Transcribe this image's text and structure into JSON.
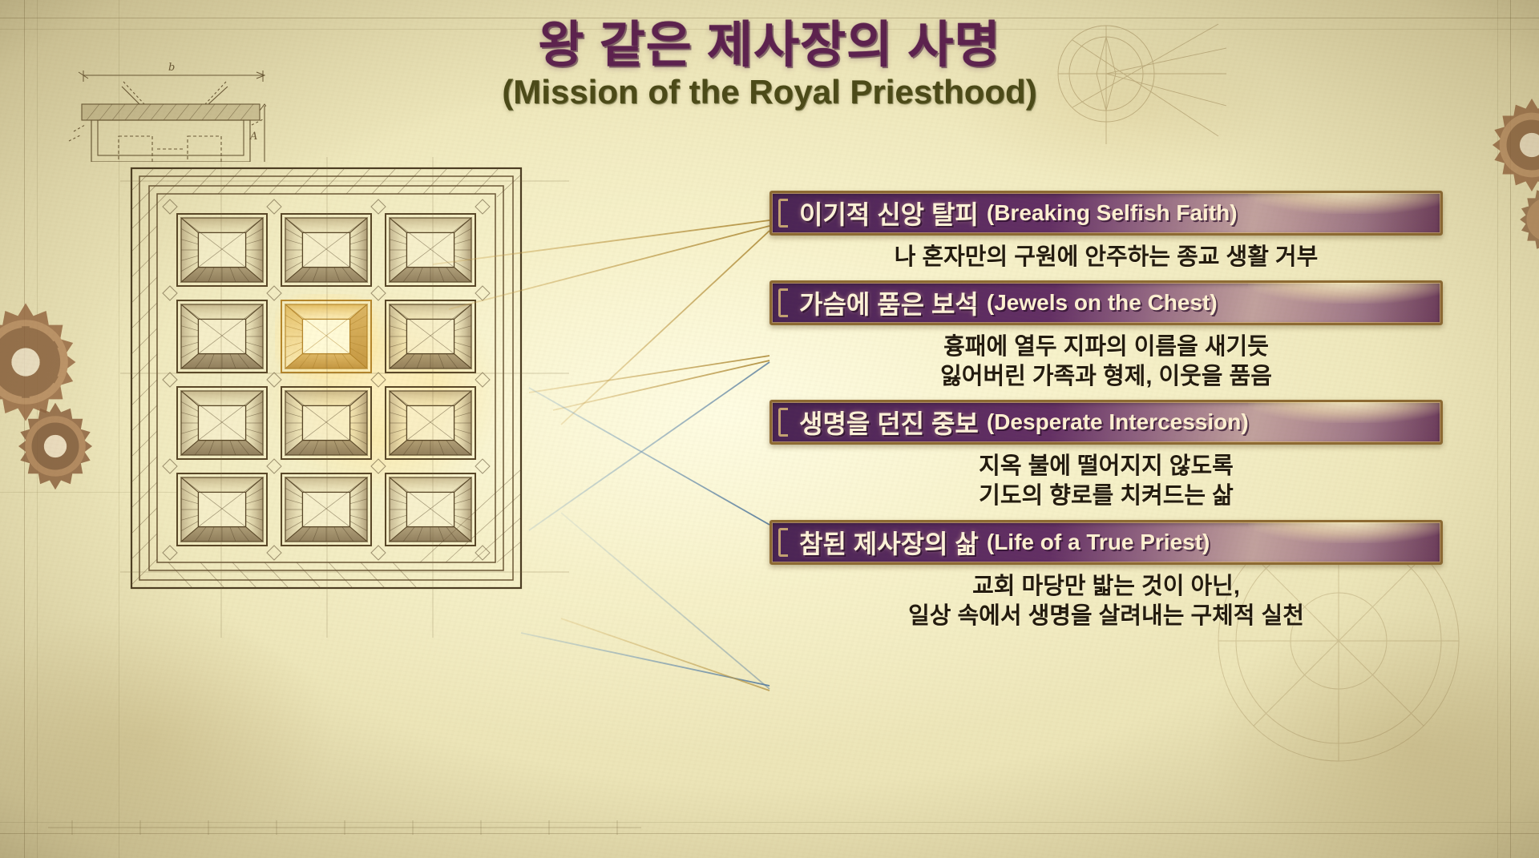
{
  "header": {
    "title": "왕 같은 제사장의 사명",
    "subtitle": "(Mission of the Royal Priesthood)",
    "title_color": "#5c2050",
    "subtitle_color": "#4b4a18"
  },
  "theme": {
    "background": "#ece5b8",
    "banner_purple": "#5a2b60",
    "banner_border_gold": "#8d6a33",
    "banner_text": "#fdf2d8",
    "description_text": "#221a0e",
    "ray_gold": "#c9a24a",
    "ray_blue": "#6f93b8",
    "gear_bronze": "#9a6b45"
  },
  "illustration": {
    "name": "priestly-breastplate-blueprint",
    "grid_columns": 3,
    "grid_rows": 4,
    "highlight_cell": {
      "row": 2,
      "column": 2
    },
    "corner_drawing": "technical-elevation-sketch",
    "dimension_labels": [
      "b",
      "A"
    ]
  },
  "panel": {
    "items": [
      {
        "korean": "이기적 신앙 탈피",
        "english": "(Breaking Selfish Faith)",
        "description": [
          "나 혼자만의 구원에 안주하는 종교 생활 거부"
        ]
      },
      {
        "korean": "가슴에 품은 보석",
        "english": "(Jewels on the Chest)",
        "description": [
          "흉패에 열두 지파의 이름을 새기듯",
          "잃어버린 가족과 형제, 이웃을 품음"
        ]
      },
      {
        "korean": "생명을 던진 중보",
        "english": "(Desperate Intercession)",
        "description": [
          "지옥 불에 떨어지지 않도록",
          "기도의 향로를 치켜드는 삶"
        ]
      },
      {
        "korean": "참된 제사장의 삶",
        "english": "(Life of a True Priest)",
        "description": [
          "교회 마당만 밟는 것이 아닌,",
          "일상 속에서 생명을 살려내는 구체적 실천"
        ]
      }
    ]
  }
}
